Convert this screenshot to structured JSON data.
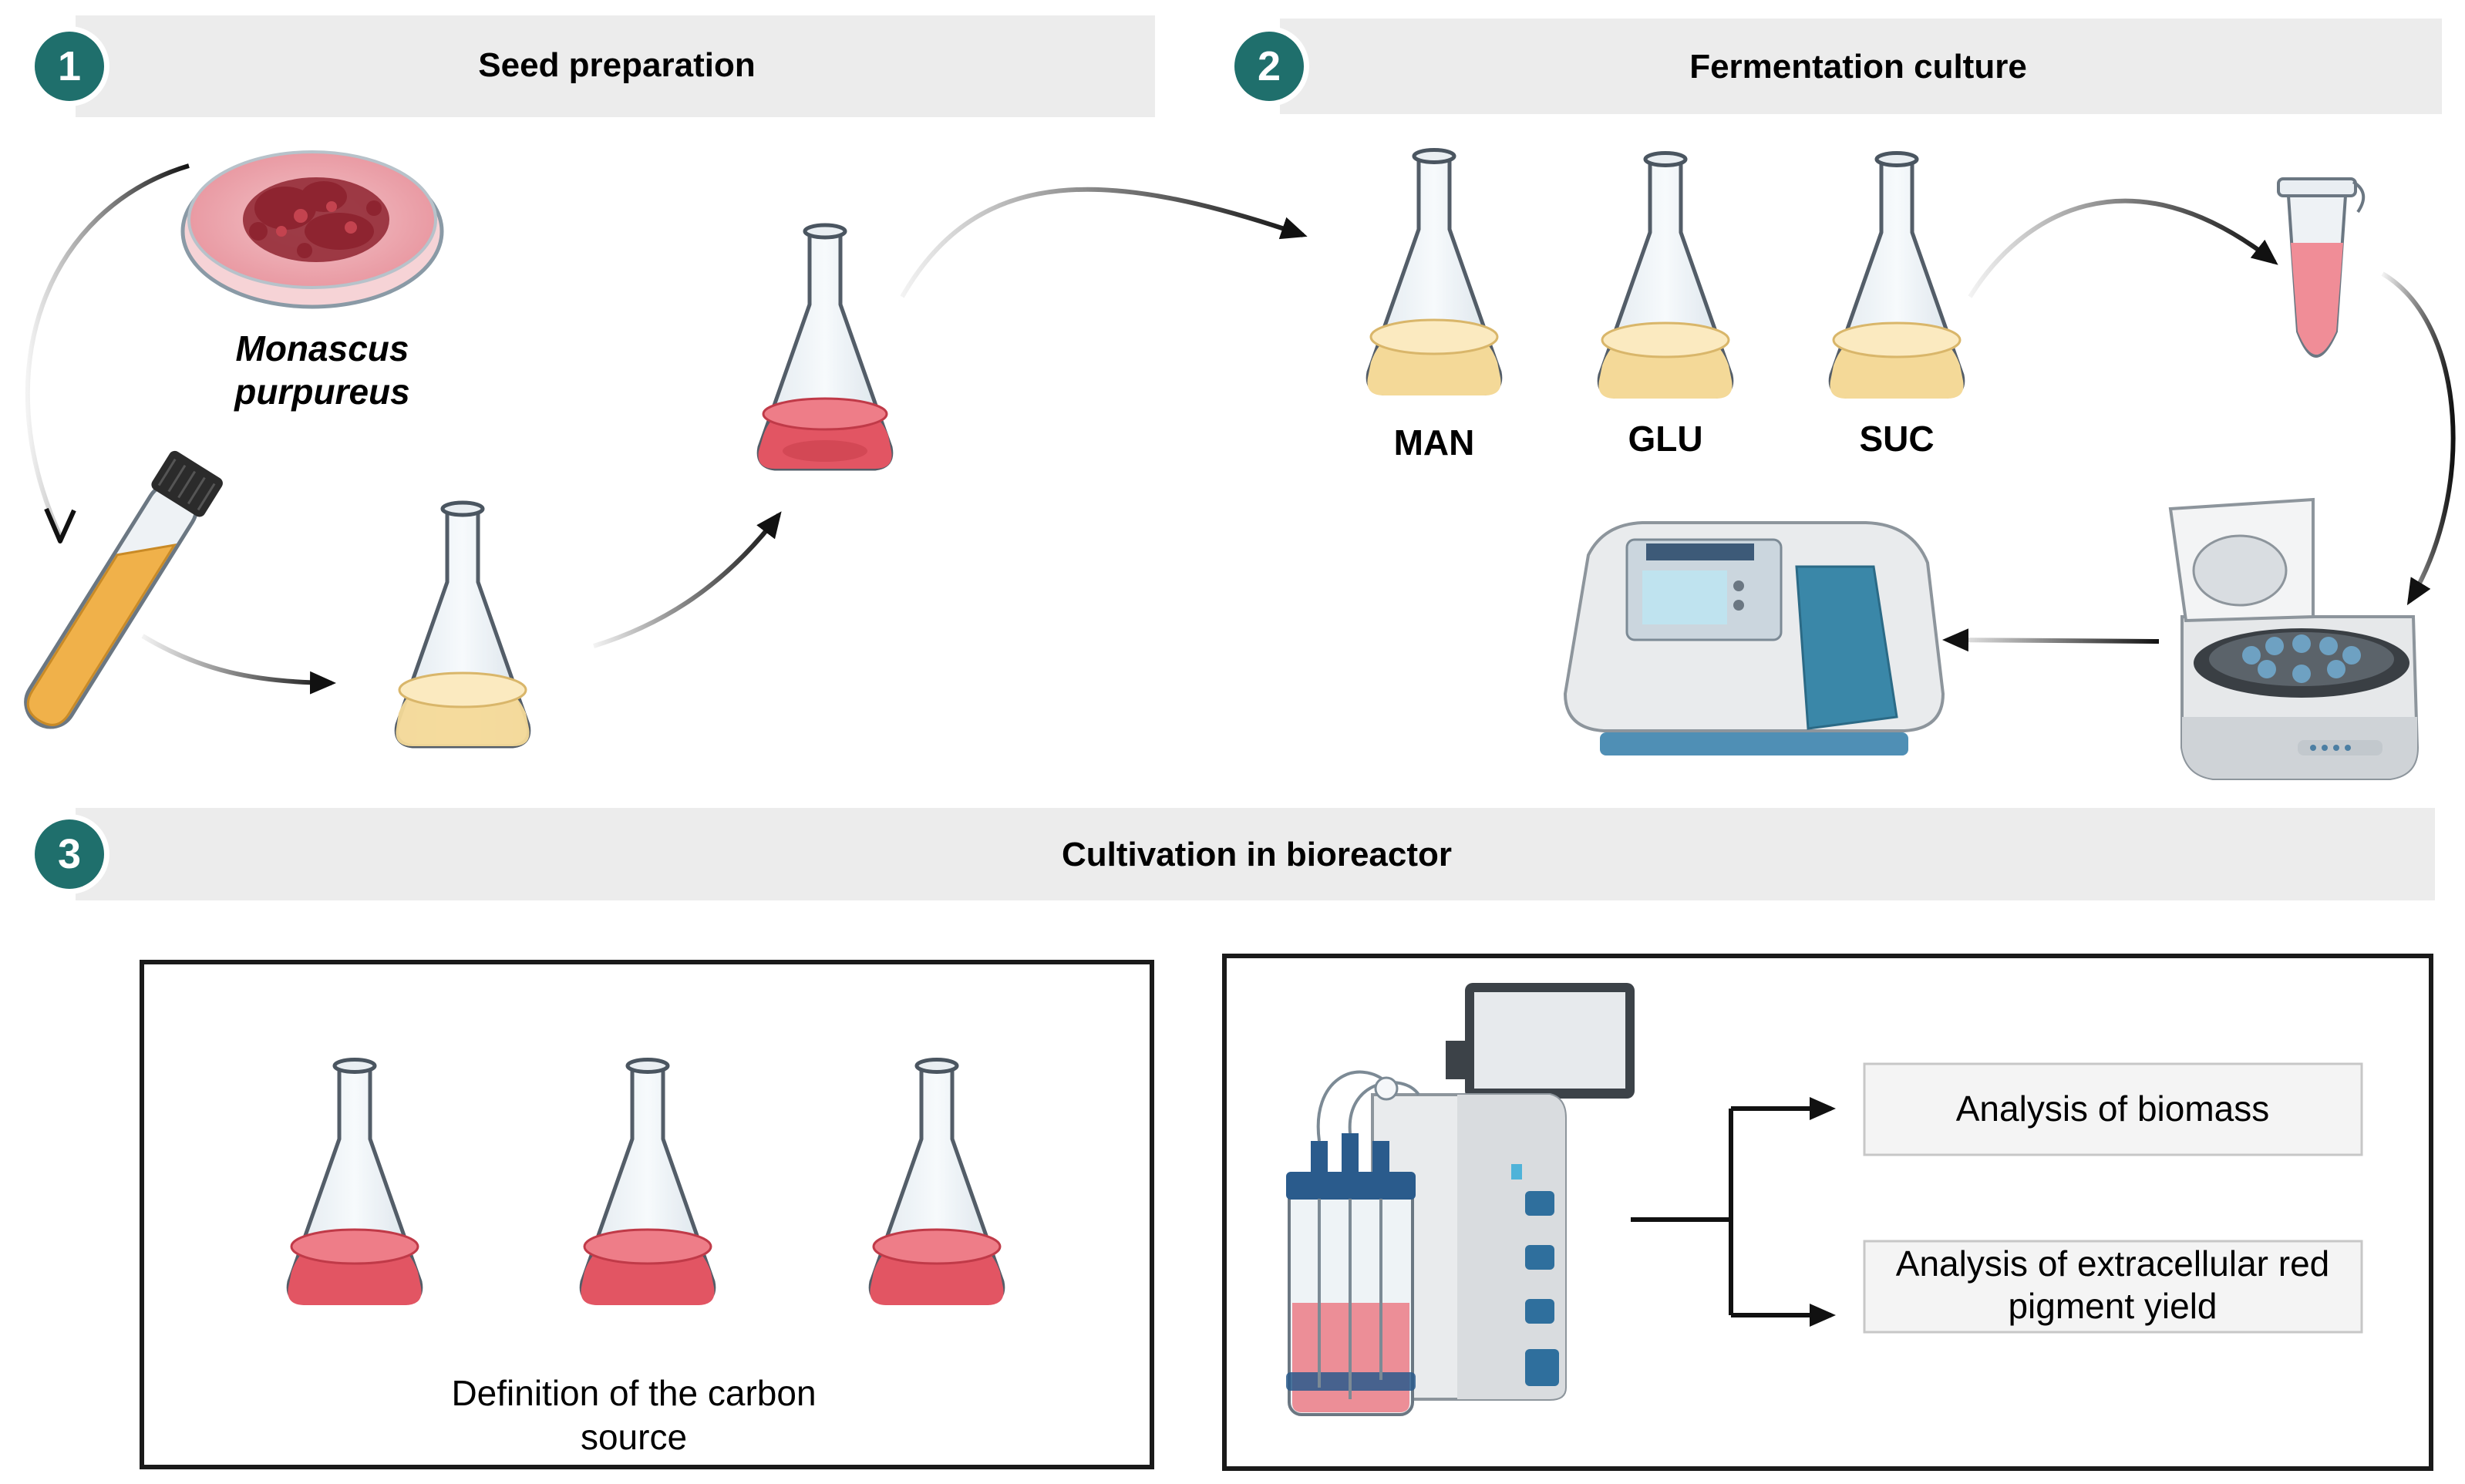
{
  "steps": [
    {
      "number": "1",
      "title": "Seed preparation"
    },
    {
      "number": "2",
      "title": "Fermentation culture"
    },
    {
      "number": "3",
      "title": "Cultivation in bioreactor"
    }
  ],
  "organism": {
    "line1": "Monascus",
    "line2": "purpureus"
  },
  "carbon_sources": [
    "MAN",
    "GLU",
    "SUC"
  ],
  "definition_caption": {
    "line1": "Definition of the carbon",
    "line2": "source"
  },
  "analyses": [
    {
      "line1": "Analysis of biomass",
      "line2": ""
    },
    {
      "line1": "Analysis of extracellular red",
      "line2": "pigment yield"
    }
  ],
  "colors": {
    "step_badge": "#1f6f6c",
    "header_band": "#ececec",
    "red_medium": "#e25563",
    "yellow_medium": "#f4d998",
    "culture_tube": "#f0b14a",
    "arrow": "#111111"
  }
}
